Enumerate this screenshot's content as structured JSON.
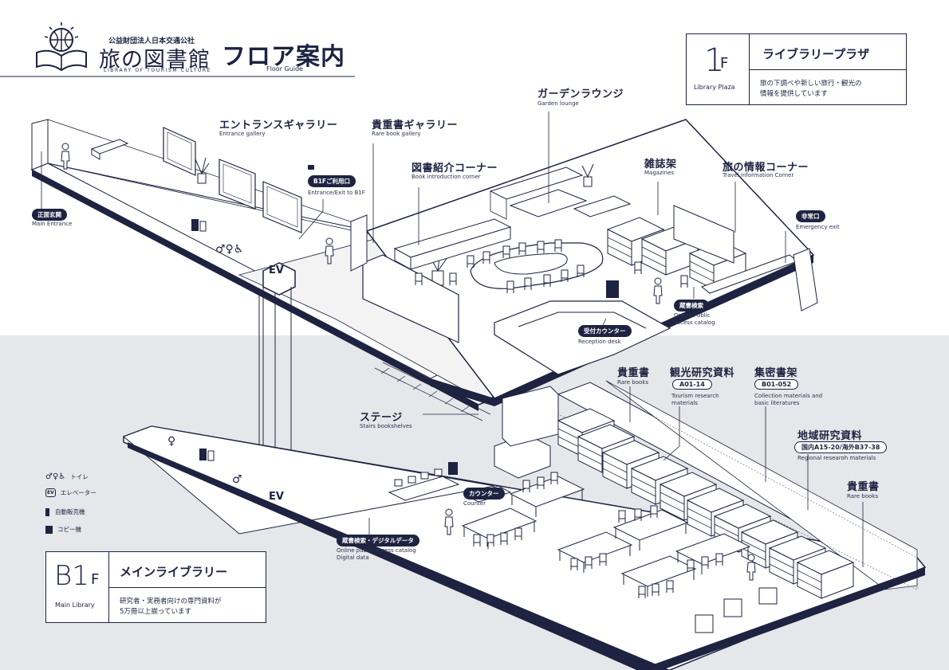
{
  "brand": {
    "org": "公益財団法人日本交通公社",
    "name_jp": "旅の図書館",
    "name_en": "LIBRARY OF TOURISM CULTURE"
  },
  "page": {
    "title": "フロア案内",
    "subtitle": "Floor Guide"
  },
  "floor1": {
    "number": "1",
    "letter": "F",
    "name_en": "Library Plaza",
    "name_jp": "ライブラリープラザ",
    "desc_line1": "旅の下調べや新しい旅行・観光の",
    "desc_line2": "情報を提供しています"
  },
  "floorB1": {
    "number": "B1",
    "letter": "F",
    "name_en": "Main Library",
    "name_jp": "メインライブラリー",
    "desc_line1": "研究者・実務者向けの専門資料が",
    "desc_line2": "5万冊以上揃っています"
  },
  "labels": {
    "entrance_gallery_jp": "エントランスギャラリー",
    "entrance_gallery_en": "Entrance gallery",
    "rare_gallery_jp": "貴重書ギャラリー",
    "rare_gallery_en": "Rare book gallery",
    "garden_jp": "ガーデンラウンジ",
    "garden_en": "Garden lounge",
    "book_intro_jp": "図書紹介コーナー",
    "book_intro_en": "Book introduction corner",
    "magazines_jp": "雑誌架",
    "magazines_en": "Magazines",
    "travel_info_jp": "旅の情報コーナー",
    "travel_info_en": "Travel information Corner",
    "b1_entrance_pill": "B1Fご利用口",
    "b1_entrance_en": "Entrance/Exit to B1F",
    "main_entrance_pill": "正面玄関",
    "main_entrance_en": "Main Entrance",
    "emergency_pill": "非常口",
    "emergency_en": "Emergency exit",
    "catalog_pill": "蔵書検索",
    "catalog_en1": "Online Public",
    "catalog_en2": "access catalog",
    "reception_pill": "受付カウンター",
    "reception_en": "Reception desk",
    "ev": "EV",
    "stage_jp": "ステージ",
    "stage_en": "Stairs bookshelves",
    "rare_books_jp": "貴重書",
    "rare_books_en": "Rare books",
    "tourism_jp": "観光研究資料",
    "tourism_code": "A01-14",
    "tourism_en1": "Tourism research",
    "tourism_en2": "materials",
    "closed_jp": "集密書架",
    "closed_code": "B01-052",
    "closed_en1": "Collection materials and",
    "closed_en2": "basic literatures",
    "regional_jp": "地域研究資料",
    "regional_code": "国内A15-20/海外B37-38",
    "regional_en": "Regional researoh materials",
    "rare_books2_jp": "貴重書",
    "rare_books2_en": "Rare books",
    "counter_pill": "カウンター",
    "counter_en": "Counter",
    "digital_pill": "蔵書検索・デジタルデータ",
    "digital_en1": "Online public access catalog",
    "digital_en2": "Digital data"
  },
  "legend": [
    {
      "icon": "restroom-icon",
      "label": "トイレ"
    },
    {
      "icon": "elevator-icon",
      "label": "エレベーター"
    },
    {
      "icon": "vending-machine-icon",
      "label": "自動販売機"
    },
    {
      "icon": "copier-icon",
      "label": "コピー機"
    }
  ],
  "colors": {
    "navy": "#1d2340",
    "lower_bg": "#e6e7ea"
  }
}
